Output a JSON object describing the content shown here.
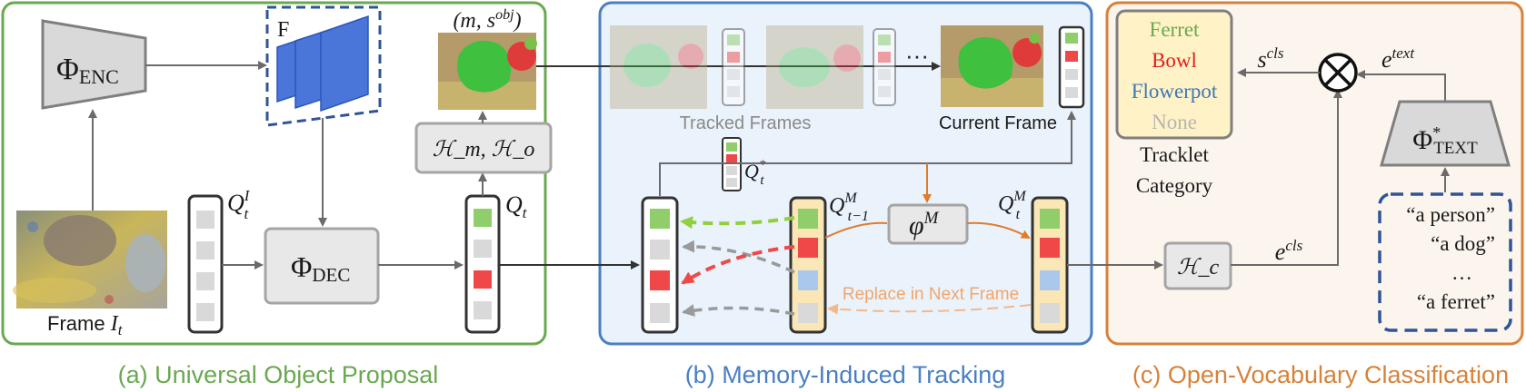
{
  "panels": {
    "proposal": {
      "caption": "(a) Universal Object Proposal",
      "color": "#6aa84f"
    },
    "tracking": {
      "caption": "(b) Memory-Induced Tracking",
      "color": "#4a7fc1"
    },
    "classification": {
      "caption": "(c) Open-Vocabulary Classification",
      "color": "#d7823a"
    }
  },
  "proposal": {
    "encoder": {
      "symbol": "Φ",
      "sub": "ENC"
    },
    "decoder": {
      "symbol": "Φ",
      "sub": "DEC"
    },
    "feature_label": "F",
    "heads": "ℋ_m, ℋ_o",
    "output_label": "(m, s^obj)",
    "frame_label": "Frame ",
    "frame_symbol": "I",
    "frame_sub": "t",
    "queries_init": {
      "symbol": "Q",
      "sup": "I",
      "sub": "t"
    },
    "queries_out": {
      "symbol": "Q",
      "sub": "t"
    }
  },
  "tracking": {
    "tracked_label": "Tracked Frames",
    "current_label": "Current Frame",
    "ellipsis": "···",
    "selected_queries": {
      "symbol": "Q",
      "sup": "*",
      "sub": "t"
    },
    "memory_prev": {
      "symbol": "Q",
      "sup": "M",
      "sub": "t−1"
    },
    "memory_next": {
      "symbol": "Q",
      "sup": "M",
      "sub": "t"
    },
    "memory_op": {
      "symbol": "φ",
      "sup": "M"
    },
    "replace_label": "Replace in Next Frame"
  },
  "classification": {
    "categories": [
      {
        "label": "Ferret",
        "color": "#6aa84f"
      },
      {
        "label": "Bowl",
        "color": "#e0201b"
      },
      {
        "label": "Flowerpot",
        "color": "#3d78b8"
      },
      {
        "label": "None",
        "color": "#b5b5b5"
      }
    ],
    "category_caption_1": "Tracklet",
    "category_caption_2": "Category",
    "text_encoder": {
      "symbol": "Φ",
      "sup": "*",
      "sub": "TEXT"
    },
    "class_head": "ℋ_c",
    "score_label": {
      "symbol": "s",
      "sup": "cls"
    },
    "text_emb": {
      "symbol": "e",
      "sup": "text"
    },
    "cls_emb": {
      "symbol": "e",
      "sup": "cls"
    },
    "prompts": [
      "“a person”",
      "“a dog”",
      "…",
      "“a ferret”"
    ]
  }
}
